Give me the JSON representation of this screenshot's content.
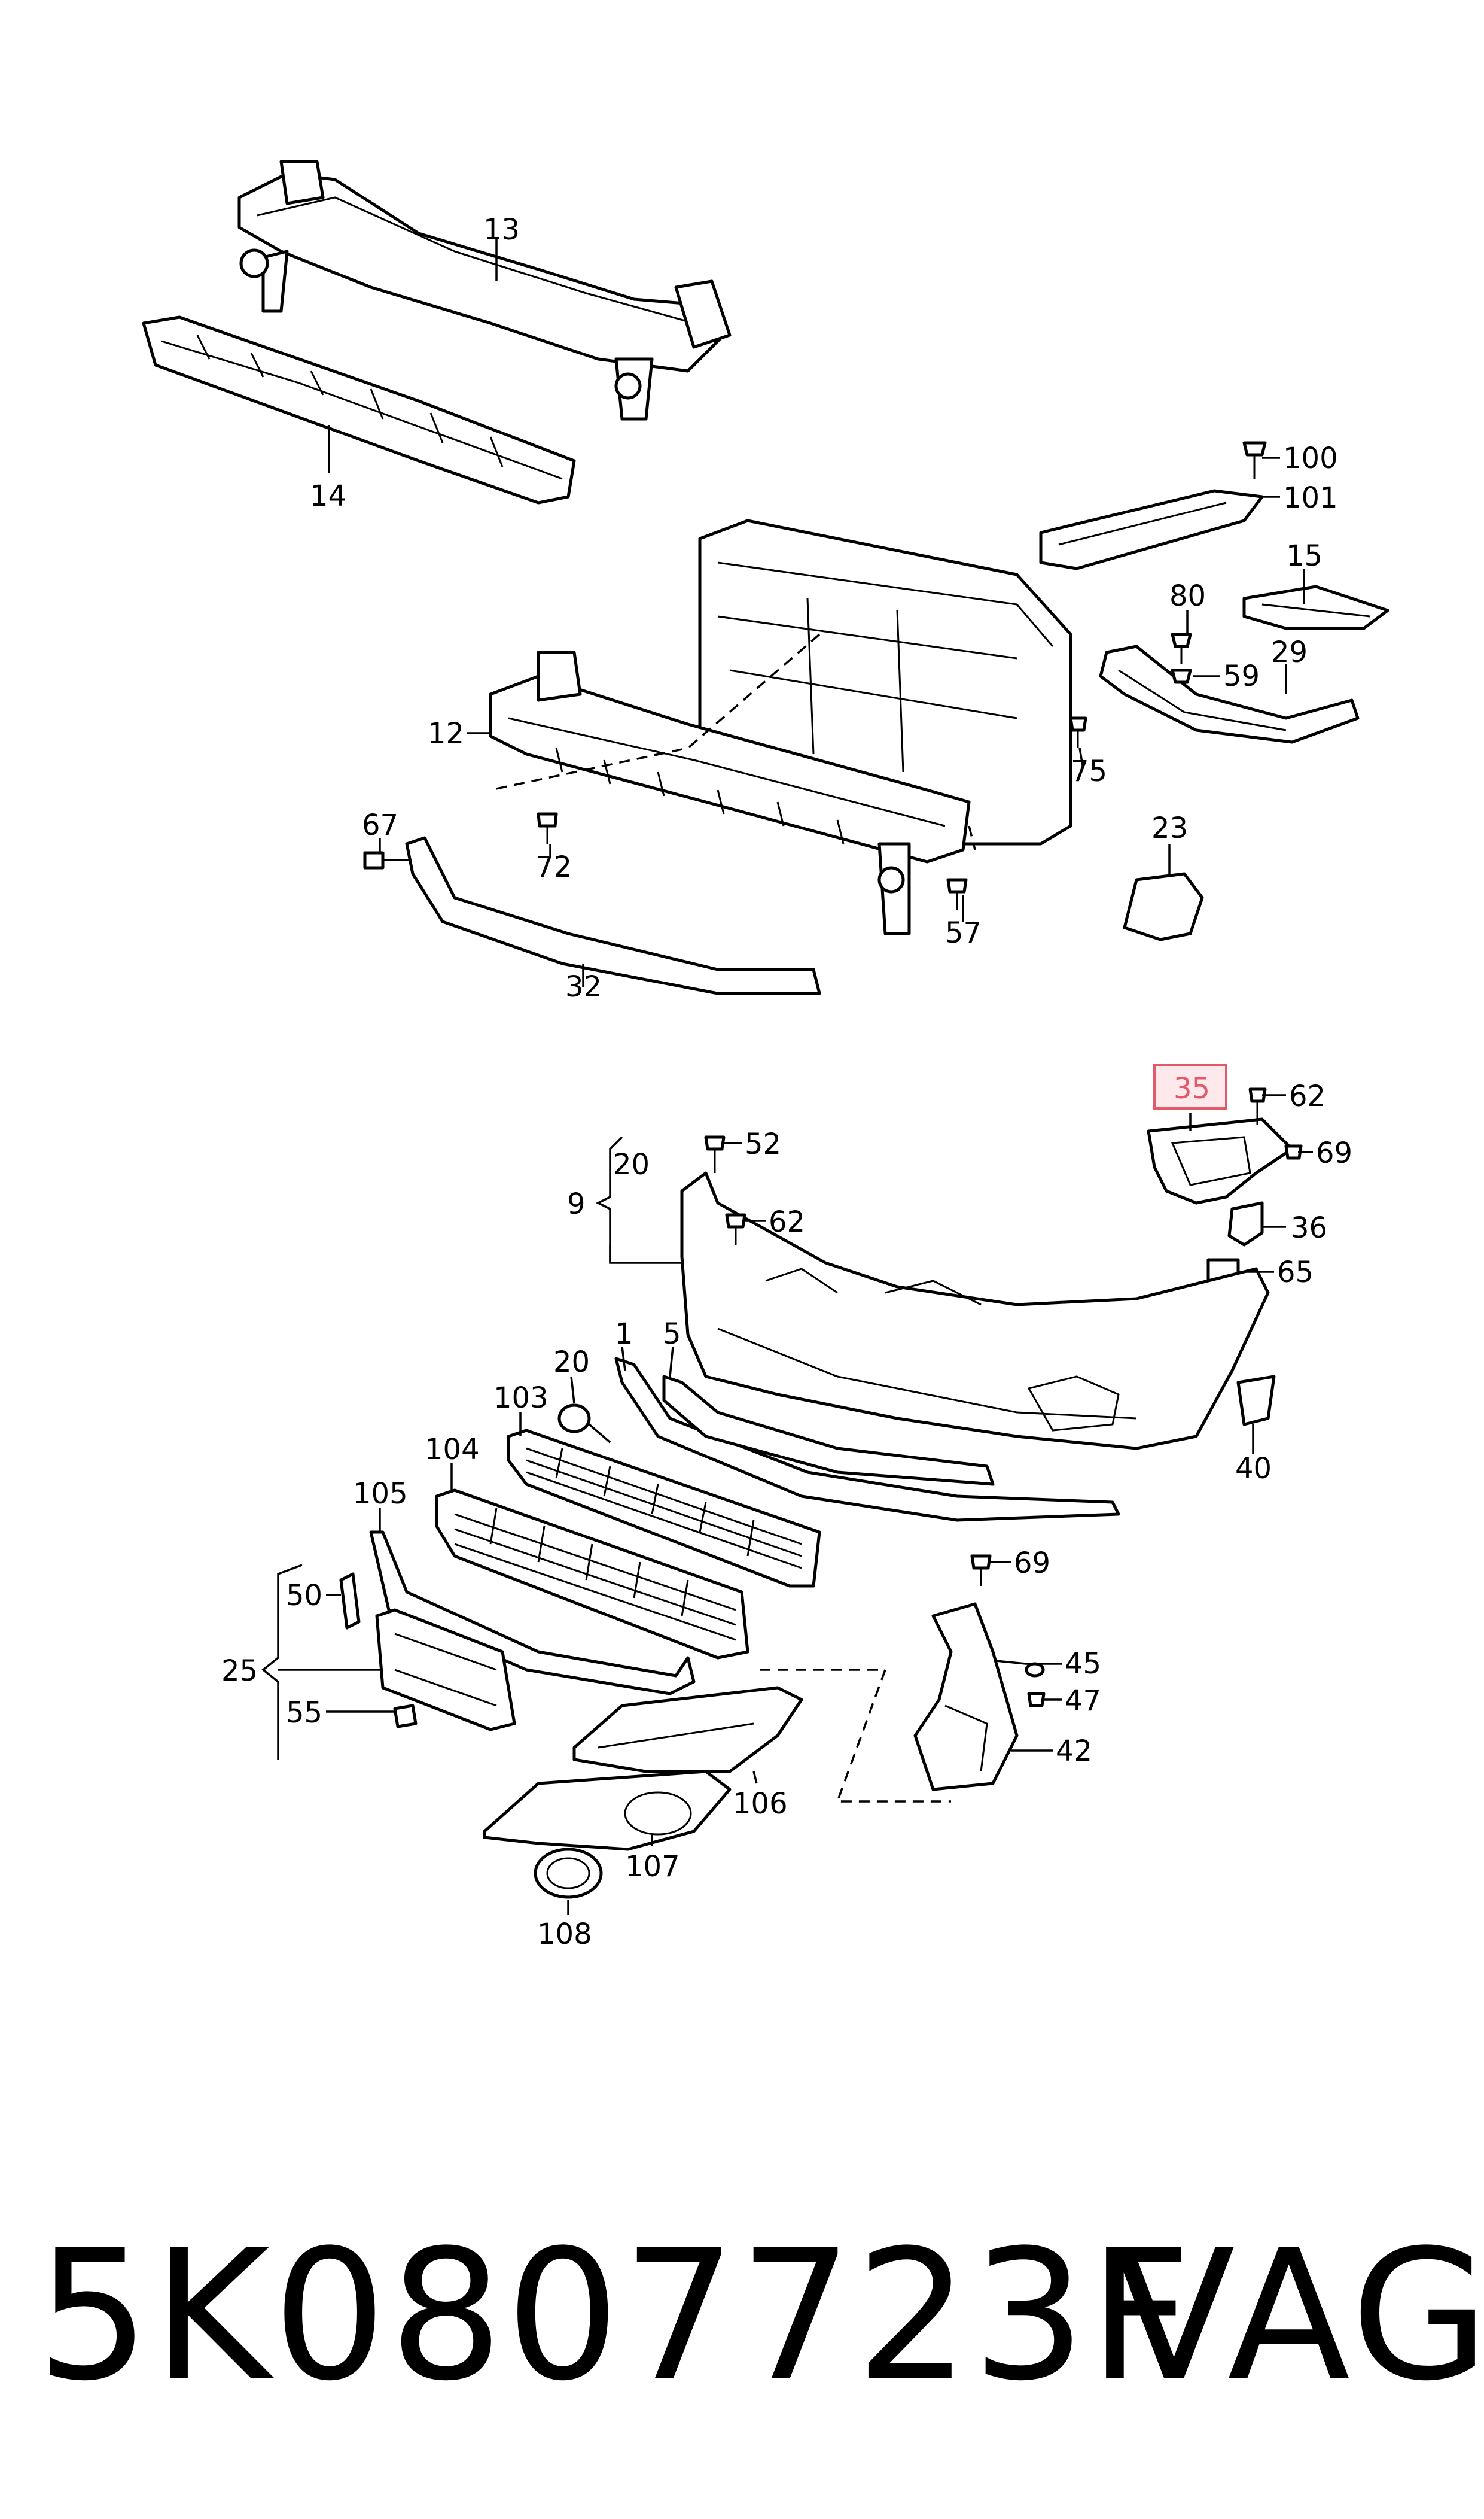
{
  "diagram": {
    "callouts": [
      "13",
      "14",
      "100",
      "101",
      "15",
      "80",
      "59",
      "29",
      "12",
      "75",
      "67",
      "72",
      "57",
      "23",
      "32",
      "35",
      "62",
      "69",
      "36",
      "65",
      "20",
      "52",
      "9",
      "62",
      "1",
      "5",
      "20",
      "103",
      "104",
      "40",
      "105",
      "69",
      "50",
      "45",
      "25",
      "47",
      "55",
      "42",
      "106",
      "107",
      "108"
    ],
    "highlighted_callout": "35",
    "highlight_color": "#e05a6a",
    "ink_color": "#000000"
  },
  "footer": {
    "part_number": "5K0807723F",
    "brand": "VAG"
  }
}
